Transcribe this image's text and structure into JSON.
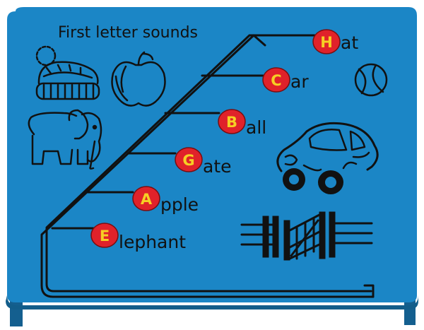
{
  "panel": {
    "title": "First letter sounds",
    "board_color": "#1b86c6",
    "disc_color": "#e0222a",
    "letter_color": "#f6cf24"
  },
  "words": [
    {
      "letter": "H",
      "rest": "at"
    },
    {
      "letter": "C",
      "rest": "ar"
    },
    {
      "letter": "B",
      "rest": "all"
    },
    {
      "letter": "G",
      "rest": "ate"
    },
    {
      "letter": "A",
      "rest": "pple"
    },
    {
      "letter": "E",
      "rest": "lephant"
    }
  ],
  "pictures": [
    "hat-icon",
    "apple-icon",
    "elephant-icon",
    "ball-icon",
    "car-icon",
    "gate-icon"
  ]
}
